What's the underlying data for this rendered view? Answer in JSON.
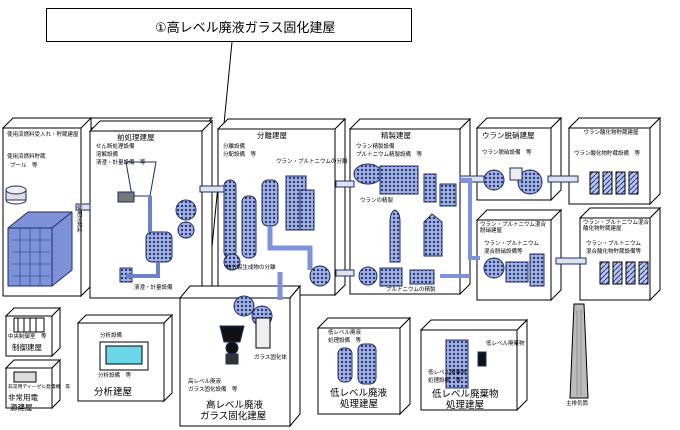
{
  "callout": {
    "title": "①高レベル廃液ガラス固化建屋"
  },
  "buildings": {
    "spent_fuel": {
      "name": "使用済燃料受入れ・貯蔵建屋",
      "eq1": "使用済燃料貯蔵",
      "eq2": "プール　等",
      "side": "使用済燃料"
    },
    "pretreatment": {
      "name": "前処理建屋",
      "eq1": "せん断処理設備",
      "eq2": "溶解設備",
      "eq3": "清澄・計量設備　等",
      "note": "清澄・計量設備"
    },
    "separation": {
      "name": "分離建屋",
      "eq1": "分離設備",
      "eq2": "分配設備　等",
      "note1": "ウラン・プルトニウムの分離",
      "note2": "核分裂生成物の分離"
    },
    "purification": {
      "name": "精製建屋",
      "eq1": "ウラン精製設備",
      "eq2": "プルトニウム精製設備　等",
      "note1": "ウランの精製",
      "note2": "プルトニウムの精製"
    },
    "u_denitration": {
      "name": "ウラン脱硝建屋",
      "eq1": "ウラン脱硝設備　等"
    },
    "u_oxide_storage": {
      "name": "ウラン酸化物貯蔵建屋",
      "eq1": "ウラン酸化物貯蔵設備　等"
    },
    "upu_denitration": {
      "name": "ウラン・プルトニウム混合脱硝建屋",
      "eq1": "ウラン・プルトニウム",
      "eq2": "混合脱硝設備等"
    },
    "upu_oxide_storage": {
      "name": "ウラン・プルトニウム混合酸化物貯蔵建屋",
      "eq1": "ウラン・プルトニウム",
      "eq2": "混合酸化物貯蔵設備等"
    },
    "control": {
      "small": "中央制御室　等",
      "name": "制御建屋"
    },
    "emergency_power": {
      "small": "非常用ディーゼル発電機　等",
      "name1": "非常用電",
      "name2": "源建屋"
    },
    "analysis": {
      "eq1": "分析設備",
      "eq2": "分析設備　等",
      "name": "分析建屋"
    },
    "hlw_vitrification": {
      "eq1": "高レベル廃液",
      "eq2": "ガラス固化設備　等",
      "note": "ガラス固化体",
      "name1": "高レベル廃液",
      "name2": "ガラス固化建屋"
    },
    "llw_liquid": {
      "eq1": "低レベル廃液",
      "eq2": "処理設備　等",
      "name1": "低レベル廃液",
      "name2": "処理建屋"
    },
    "llw_solid": {
      "eq1": "低レベル廃棄物",
      "eq2": "処理設備　等",
      "note": "低レベル廃棄物",
      "name1": "低レベル廃棄物",
      "name2": "処理建屋"
    },
    "stack": {
      "name": "主排気筒"
    }
  }
}
